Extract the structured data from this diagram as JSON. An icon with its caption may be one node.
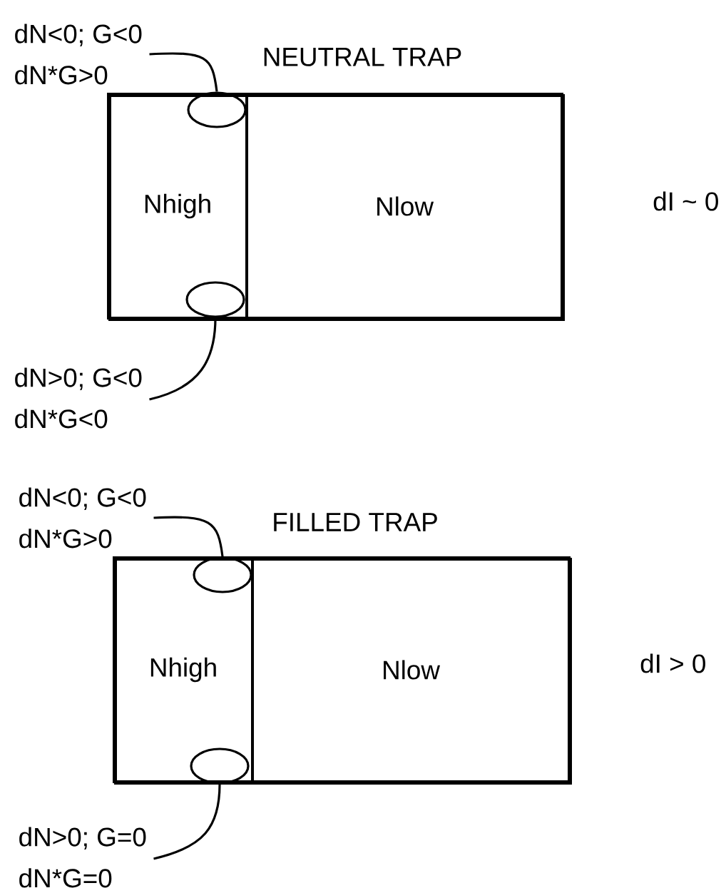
{
  "diagram": {
    "nodes": [
      {
        "text": [
          "NEUTRAL TRAP"
        ]
      },
      {
        "text": [
          "Nhigh"
        ],
        "in": 0
      },
      {
        "text": [
          "Nlow"
        ],
        "in": 0
      },
      {
        "text": [],
        "shape": "circle",
        "in": 1
      },
      {
        "text": [],
        "shape": "circle",
        "in": 1
      },
      {
        "text": [
          "dN<0; G<0",
          "dN*G>0"
        ]
      },
      {
        "text": [
          "dN>0; G<0",
          "dN*G<0"
        ]
      },
      {
        "text": [
          "FILLED TRAP"
        ]
      },
      {
        "text": [
          "Nhigh"
        ],
        "in": 7
      },
      {
        "text": [
          "Nlow"
        ],
        "in": 7
      },
      {
        "text": [],
        "shape": "circle",
        "in": 8
      },
      {
        "text": [],
        "shape": "circle",
        "in": 8
      },
      {
        "text": [
          "dN<0; G<0",
          "dN*G>0"
        ]
      },
      {
        "text": [
          "dN>0; G=0",
          "dN*G=0"
        ]
      }
    ],
    "edges": [
      {
        "from": 5,
        "to": 3,
        "arrow": "none"
      },
      {
        "from": 6,
        "to": 4,
        "arrow": "none"
      },
      {
        "from": 12,
        "to": 10,
        "arrow": "none"
      },
      {
        "from": 13,
        "to": 11,
        "arrow": "none"
      }
    ],
    "labels": [
      "dI ~ 0",
      "dI > 0"
    ]
  }
}
